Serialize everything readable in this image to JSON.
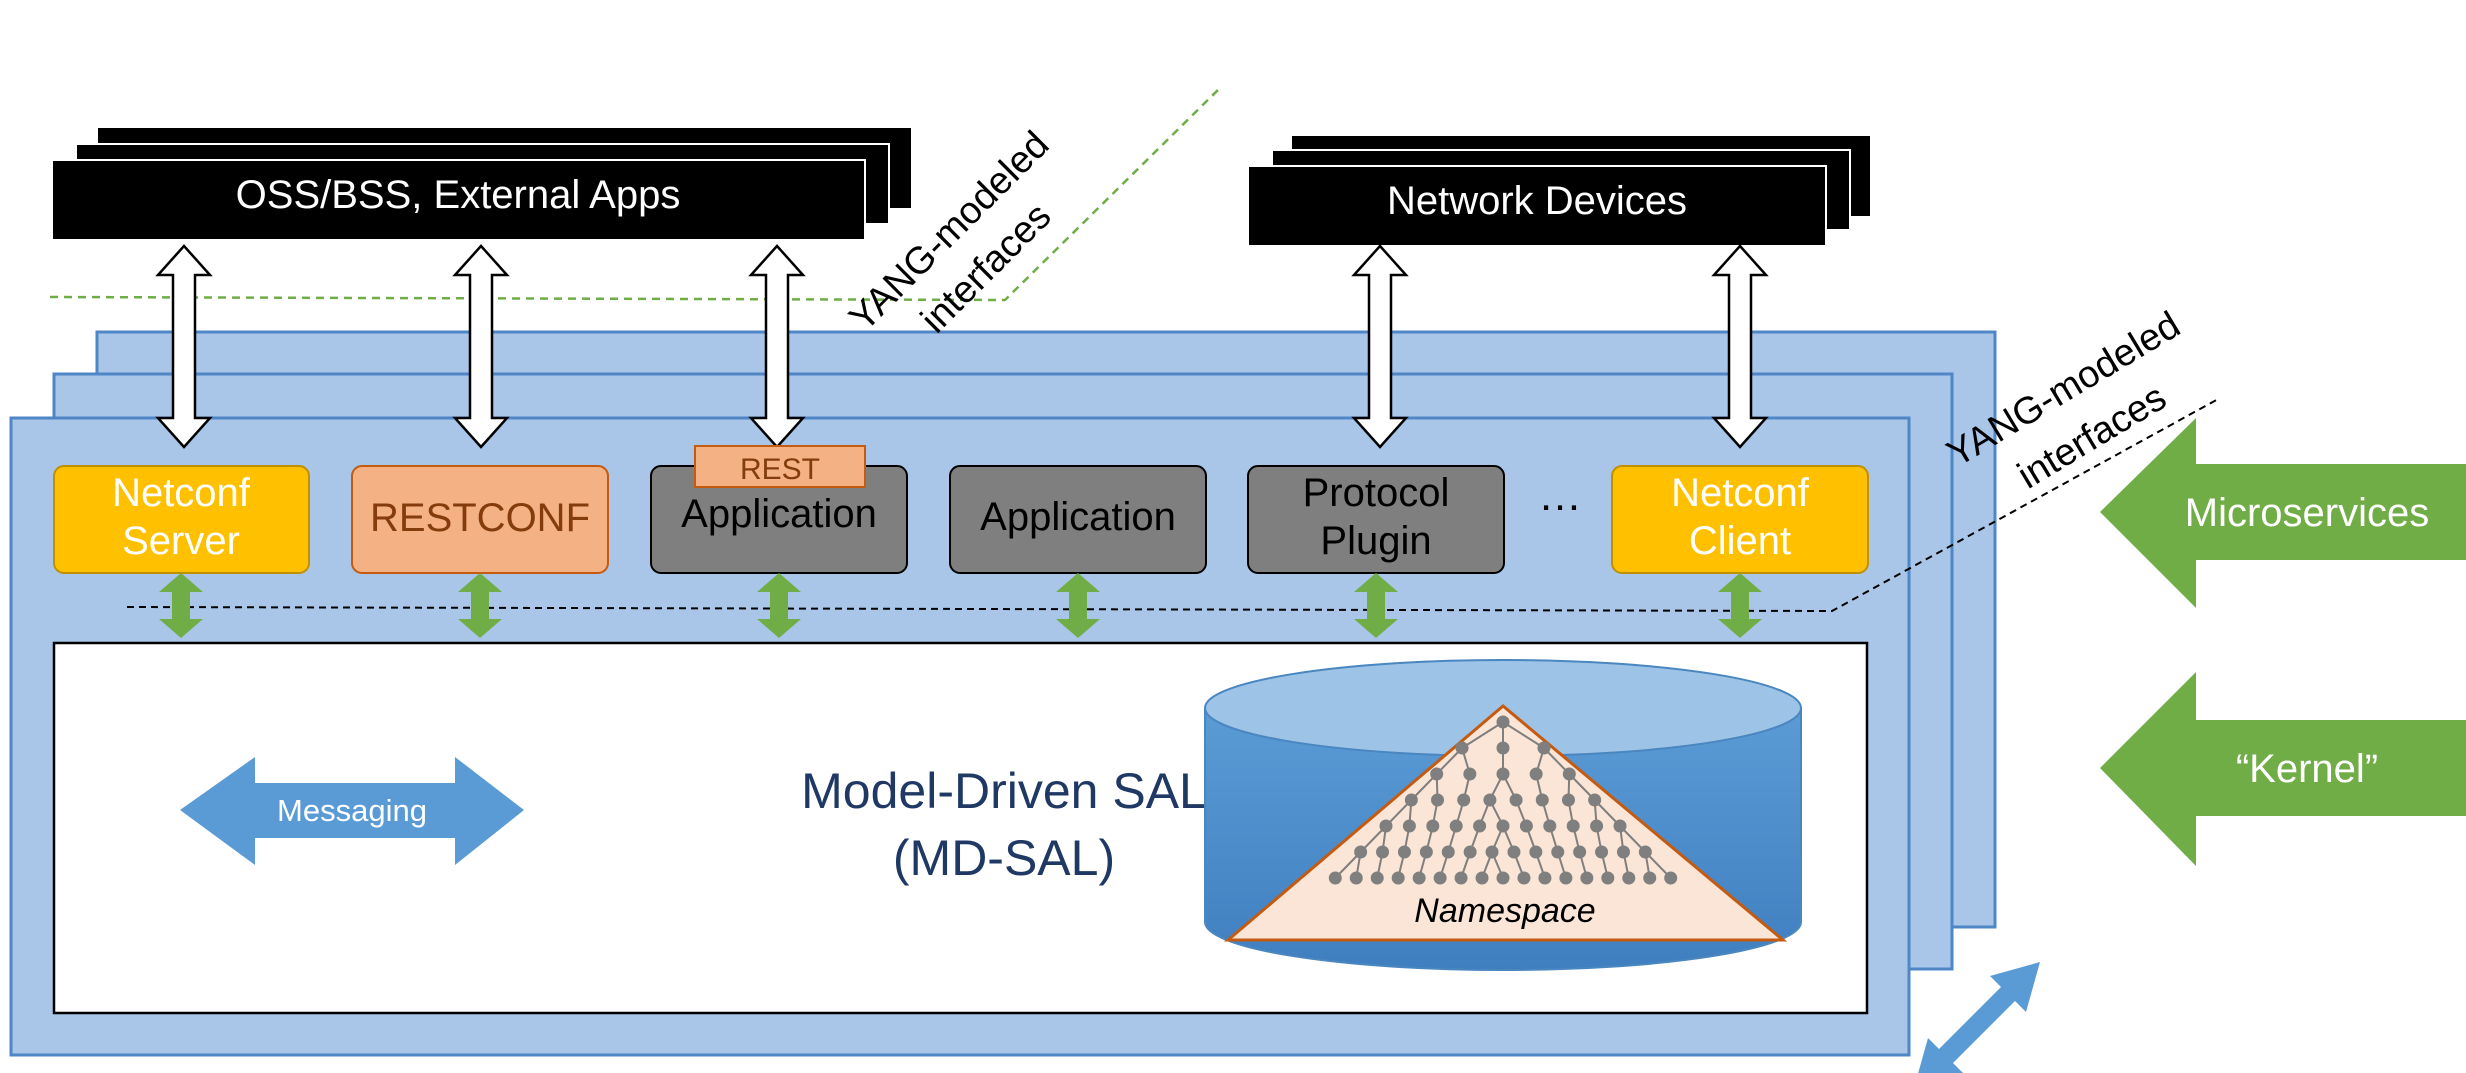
{
  "colors": {
    "panel_fill": "#a9c6e8",
    "panel_stroke": "#4f86c6",
    "black_box": "#000000",
    "orange_box": "#ffc000",
    "salmon_box": "#f4b183",
    "salmon_text": "#843c0c",
    "gray_box": "#7f7f7f",
    "green_arrow": "#70ad47",
    "blue_arrow": "#5b9bd5",
    "title_blue": "#1f3864",
    "cylinder": "#5b9bd5",
    "triangle_fill": "#fbe5d6",
    "triangle_stroke": "#c55a11",
    "tree_node": "#7f7f7f"
  },
  "top_groups": {
    "external": "OSS/BSS, External Apps",
    "devices": "Network Devices"
  },
  "yang_labels": {
    "upper_line1": "YANG-modeled",
    "upper_line2": "interfaces",
    "lower_line1": "YANG-modeled",
    "lower_line2": "interfaces"
  },
  "modules": [
    {
      "id": "netconf-server",
      "lines": [
        "Netconf",
        "Server"
      ],
      "style": "orange"
    },
    {
      "id": "restconf",
      "lines": [
        "RESTCONF"
      ],
      "style": "salmon"
    },
    {
      "id": "rest-application",
      "lines": [
        "Application"
      ],
      "style": "gray",
      "tag": "REST"
    },
    {
      "id": "application",
      "lines": [
        "Application"
      ],
      "style": "gray"
    },
    {
      "id": "protocol-plugin",
      "lines": [
        "Protocol",
        "Plugin"
      ],
      "style": "gray"
    },
    {
      "id": "netconf-client",
      "lines": [
        "Netconf",
        "Client"
      ],
      "style": "orange"
    }
  ],
  "ellipsis": "…",
  "core": {
    "title_line1": "Model-Driven SAL",
    "title_line2": "(MD-SAL)",
    "messaging": "Messaging",
    "namespace": "Namespace"
  },
  "side_labels": {
    "microservices": "Microservices",
    "kernel": "“Kernel”"
  },
  "icons": [
    "double-arrow-icon",
    "diagonal-double-arrow-icon",
    "tree-icon",
    "database-icon"
  ]
}
